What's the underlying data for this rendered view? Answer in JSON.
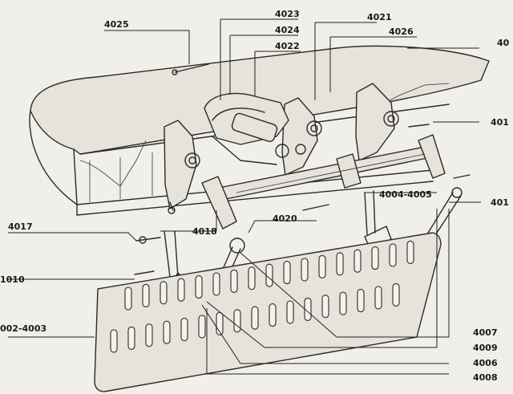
{
  "labels": {
    "l4025": "4025",
    "l4023": "4023",
    "l4024": "4024",
    "l4022": "4022",
    "l4021": "4021",
    "l4026": "4026",
    "l40_top": "40",
    "l401": "401",
    "l401_b": "401",
    "l4004": "4004-4005",
    "l4020": "4020",
    "l4017": "4017",
    "l4018": "4018",
    "l4010": "1010",
    "l4002": "002-4003",
    "l4007": "4007",
    "l4009": "4009",
    "l4006": "4006",
    "l4008": "4008"
  }
}
